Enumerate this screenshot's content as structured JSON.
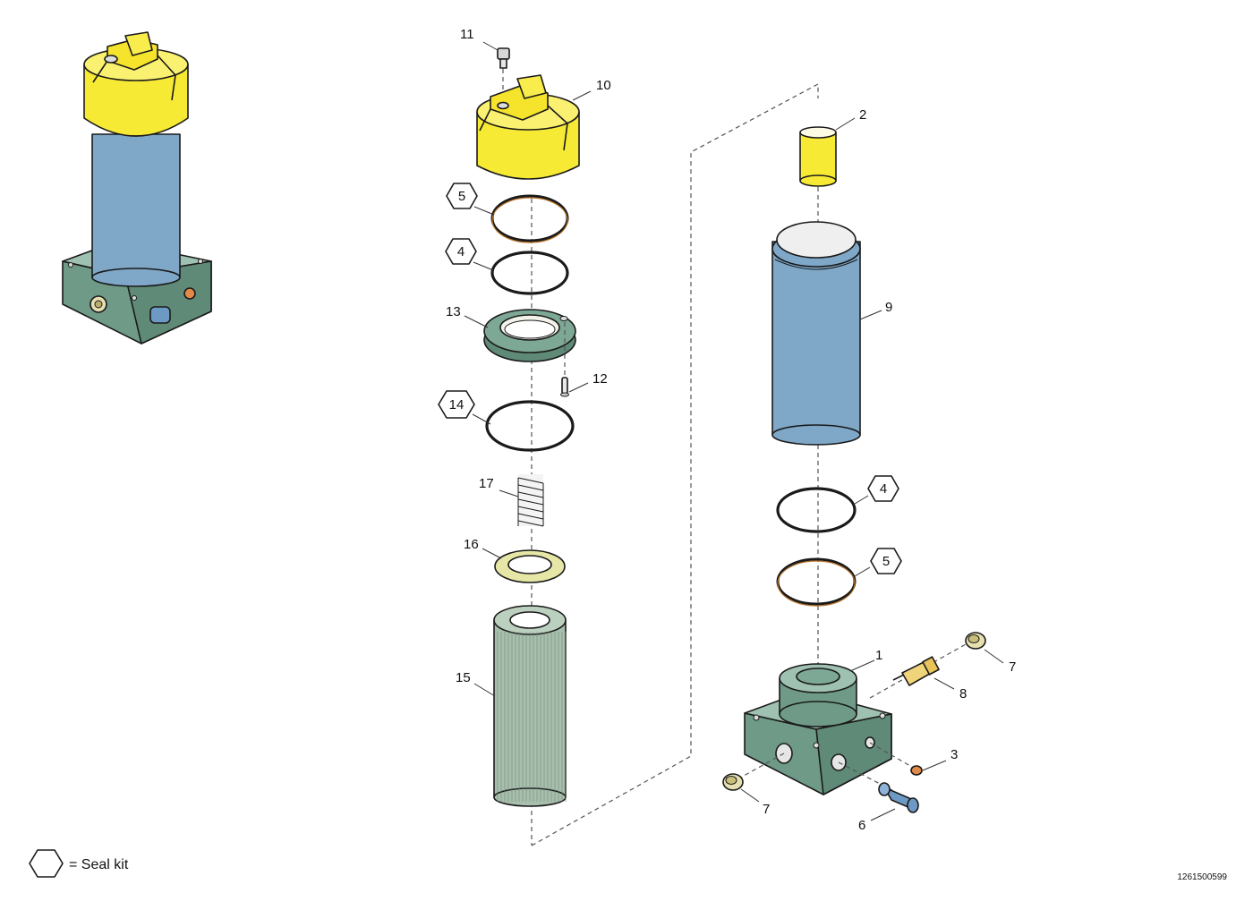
{
  "parts": {
    "p1": "1",
    "p2": "2",
    "p3": "3",
    "p4": "4",
    "p5": "5",
    "p6": "6",
    "p7": "7",
    "p8": "8",
    "p9": "9",
    "p10": "10",
    "p11": "11",
    "p12": "12",
    "p13": "13",
    "p14": "14",
    "p15": "15",
    "p16": "16",
    "p17": "17"
  },
  "legend": {
    "seal_kit": "= Seal kit"
  },
  "doc_number": "1261500599",
  "colors": {
    "cap_yellow": "#f7ea35",
    "housing_blue": "#7ea7c8",
    "block_green": "#6e9a87",
    "filter_green": "#a9bfae",
    "spring_grey": "#d8d8d8",
    "fitting_orange": "#e08a4a",
    "plug_tan": "#e6dfb0",
    "valve_blue": "#6d9ac4",
    "ring_dark": "#222222"
  }
}
